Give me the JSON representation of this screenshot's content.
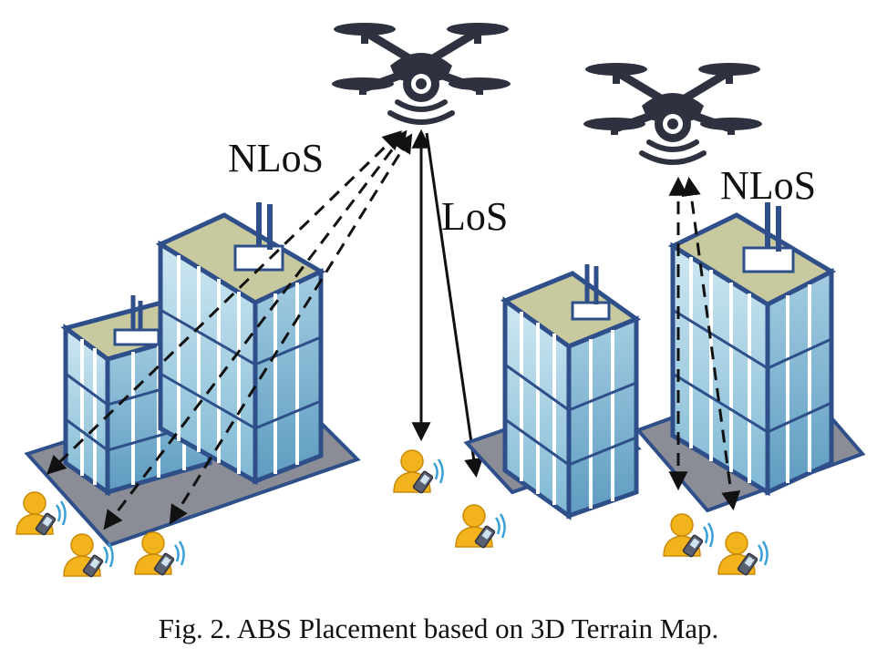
{
  "labels": {
    "nlos_left": "NLoS",
    "los": "LoS",
    "nlos_right": "NLoS"
  },
  "caption": "Fig. 2.  ABS Placement based on 3D Terrain Map.",
  "icons": [
    "drone-icon",
    "building-icon",
    "user-with-phone-icon"
  ],
  "colors": {
    "drone": "#2e3140",
    "glass": "#a9d3e6",
    "frame": "#2f4f8a",
    "roof": "#c9c9a0",
    "base": "#8a8d96",
    "person": "#f2b31c"
  }
}
